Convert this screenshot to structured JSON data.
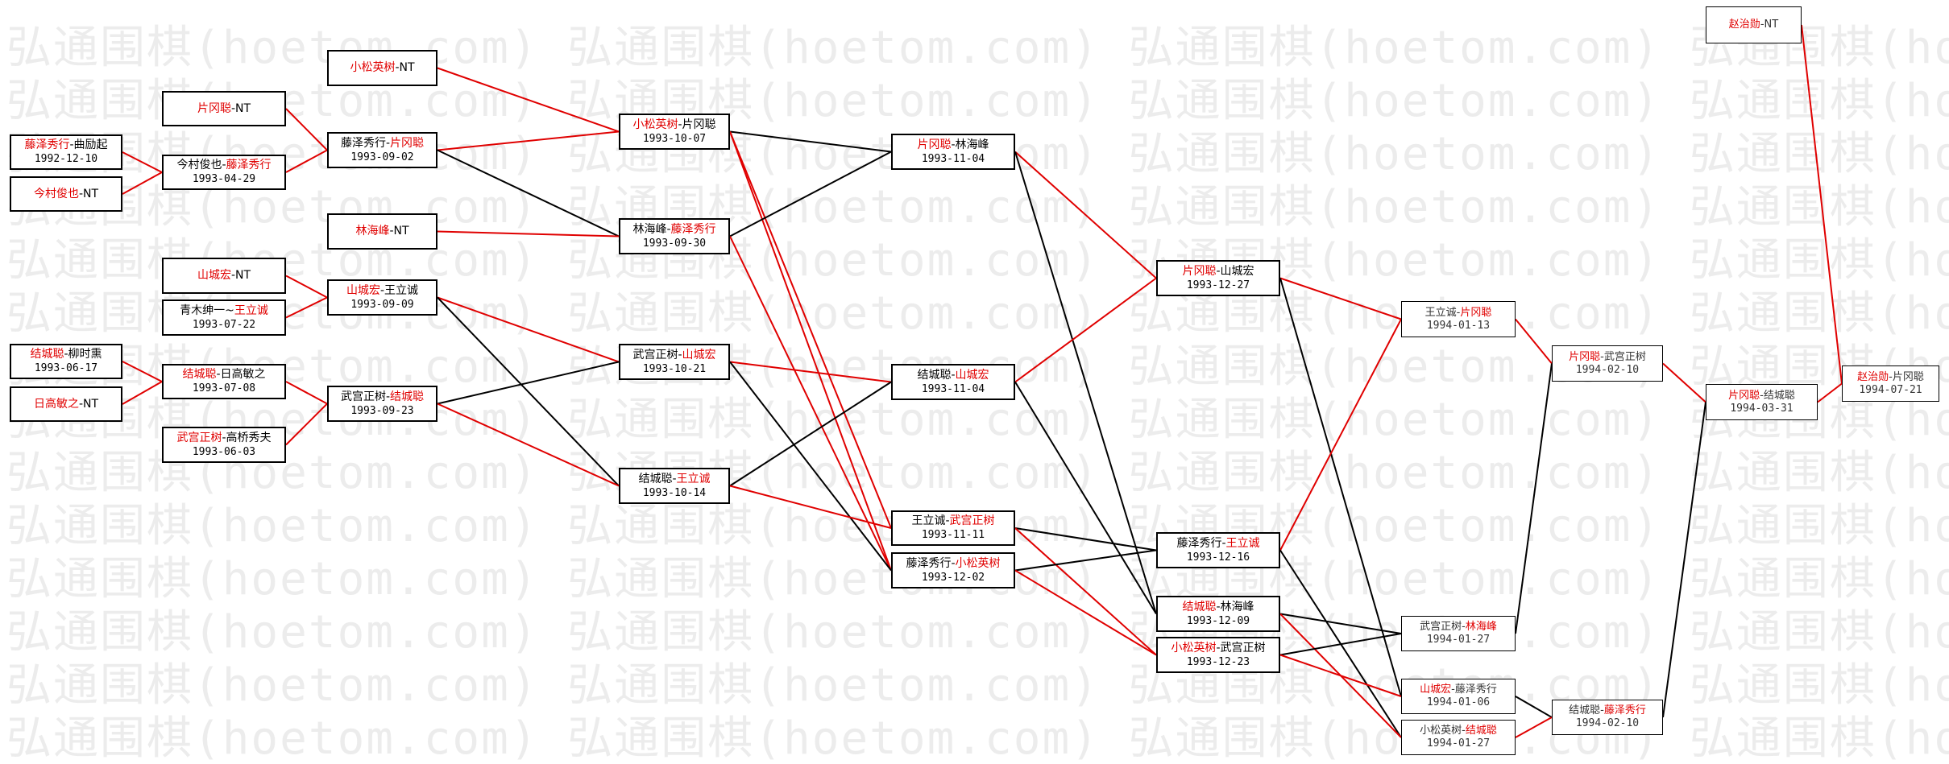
{
  "watermark": "弘通围棋(hoetom.com)",
  "colors": {
    "winner": "#e00000",
    "line_win": "#e00000",
    "line_loss": "#000000"
  },
  "nodes": [
    {
      "id": "n1",
      "p1": "藤泽秀行",
      "p2": "曲励起",
      "winner": 1,
      "date": "1992-12-10"
    },
    {
      "id": "n2",
      "p1": "今村俊也",
      "p2": "NT",
      "winner": 1,
      "date": ""
    },
    {
      "id": "n3",
      "p1": "片冈聪",
      "p2": "NT",
      "winner": 1,
      "date": ""
    },
    {
      "id": "n4",
      "p1": "今村俊也",
      "p2": "藤泽秀行",
      "winner": 2,
      "date": "1993-04-29"
    },
    {
      "id": "n5",
      "p1": "小松英树",
      "p2": "NT",
      "winner": 1,
      "date": ""
    },
    {
      "id": "n6",
      "p1": "藤泽秀行",
      "p2": "片冈聪",
      "winner": 2,
      "date": "1993-09-02"
    },
    {
      "id": "n7",
      "p1": "林海峰",
      "p2": "NT",
      "winner": 1,
      "date": ""
    },
    {
      "id": "n8",
      "p1": "山城宏",
      "p2": "NT",
      "winner": 1,
      "date": ""
    },
    {
      "id": "n9",
      "p1": "青木绅一",
      "p2": "王立诚",
      "winner": 2,
      "date": "1993-07-22",
      "sep": "~"
    },
    {
      "id": "n10",
      "p1": "山城宏",
      "p2": "王立诚",
      "winner": 1,
      "date": "1993-09-09"
    },
    {
      "id": "n11",
      "p1": "结城聪",
      "p2": "柳时熏",
      "winner": 1,
      "date": "1993-06-17"
    },
    {
      "id": "n12",
      "p1": "日高敏之",
      "p2": "NT",
      "winner": 1,
      "date": ""
    },
    {
      "id": "n13",
      "p1": "结城聪",
      "p2": "日高敏之",
      "winner": 1,
      "date": "1993-07-08"
    },
    {
      "id": "n14",
      "p1": "武宫正树",
      "p2": "高桥秀夫",
      "winner": 1,
      "date": "1993-06-03"
    },
    {
      "id": "n15",
      "p1": "武宫正树",
      "p2": "结城聪",
      "winner": 2,
      "date": "1993-09-23"
    },
    {
      "id": "n16",
      "p1": "小松英树",
      "p2": "片冈聪",
      "winner": 1,
      "date": "1993-10-07"
    },
    {
      "id": "n17",
      "p1": "林海峰",
      "p2": "藤泽秀行",
      "winner": 2,
      "date": "1993-09-30"
    },
    {
      "id": "n18",
      "p1": "武宫正树",
      "p2": "山城宏",
      "winner": 2,
      "date": "1993-10-21"
    },
    {
      "id": "n19",
      "p1": "结城聪",
      "p2": "王立诚",
      "winner": 2,
      "date": "1993-10-14"
    },
    {
      "id": "n20",
      "p1": "片冈聪",
      "p2": "林海峰",
      "winner": 1,
      "date": "1993-11-04"
    },
    {
      "id": "n21",
      "p1": "结城聪",
      "p2": "山城宏",
      "winner": 2,
      "date": "1993-11-04"
    },
    {
      "id": "n22",
      "p1": "王立诚",
      "p2": "武宫正树",
      "winner": 2,
      "date": "1993-11-11"
    },
    {
      "id": "n23",
      "p1": "藤泽秀行",
      "p2": "小松英树",
      "winner": 2,
      "date": "1993-12-02"
    },
    {
      "id": "n24",
      "p1": "片冈聪",
      "p2": "山城宏",
      "winner": 1,
      "date": "1993-12-27"
    },
    {
      "id": "n25",
      "p1": "藤泽秀行",
      "p2": "王立诚",
      "winner": 2,
      "date": "1993-12-16"
    },
    {
      "id": "n26",
      "p1": "结城聪",
      "p2": "林海峰",
      "winner": 1,
      "date": "1993-12-09"
    },
    {
      "id": "n27",
      "p1": "小松英树",
      "p2": "武宫正树",
      "winner": 1,
      "date": "1993-12-23"
    },
    {
      "id": "n28",
      "p1": "王立诚",
      "p2": "片冈聪",
      "winner": 2,
      "date": "1994-01-13"
    },
    {
      "id": "n29",
      "p1": "武宫正树",
      "p2": "林海峰",
      "winner": 2,
      "date": "1994-01-27"
    },
    {
      "id": "n30",
      "p1": "山城宏",
      "p2": "藤泽秀行",
      "winner": 1,
      "date": "1994-01-06"
    },
    {
      "id": "n31",
      "p1": "小松英树",
      "p2": "结城聪",
      "winner": 2,
      "date": "1994-01-27"
    },
    {
      "id": "n32",
      "p1": "片冈聪",
      "p2": "武宫正树",
      "winner": 1,
      "date": "1994-02-10"
    },
    {
      "id": "n33",
      "p1": "结城聪",
      "p2": "藤泽秀行",
      "winner": 2,
      "date": "1994-02-10"
    },
    {
      "id": "n34",
      "p1": "片冈聪",
      "p2": "结城聪",
      "winner": 1,
      "date": "1994-03-31"
    },
    {
      "id": "n35",
      "p1": "赵治勋",
      "p2": "NT",
      "winner": 1,
      "date": ""
    },
    {
      "id": "n36",
      "p1": "赵治勋",
      "p2": "片冈聪",
      "winner": 1,
      "date": "1994-07-21"
    }
  ],
  "links": [
    {
      "from": "n1",
      "to": "n4",
      "win": true
    },
    {
      "from": "n2",
      "to": "n4",
      "win": true
    },
    {
      "from": "n3",
      "to": "n6",
      "win": true
    },
    {
      "from": "n4",
      "to": "n6",
      "win": true
    },
    {
      "from": "n5",
      "to": "n16",
      "win": true
    },
    {
      "from": "n6",
      "to": "n16",
      "win": true
    },
    {
      "from": "n6",
      "to": "n17",
      "win": false
    },
    {
      "from": "n7",
      "to": "n17",
      "win": true
    },
    {
      "from": "n8",
      "to": "n10",
      "win": true
    },
    {
      "from": "n9",
      "to": "n10",
      "win": true
    },
    {
      "from": "n10",
      "to": "n18",
      "win": true
    },
    {
      "from": "n10",
      "to": "n19",
      "win": false
    },
    {
      "from": "n11",
      "to": "n13",
      "win": true
    },
    {
      "from": "n12",
      "to": "n13",
      "win": true
    },
    {
      "from": "n13",
      "to": "n15",
      "win": true
    },
    {
      "from": "n14",
      "to": "n15",
      "win": true
    },
    {
      "from": "n15",
      "to": "n18",
      "win": false
    },
    {
      "from": "n15",
      "to": "n19",
      "win": true
    },
    {
      "from": "n16",
      "to": "n20",
      "win": false
    },
    {
      "from": "n16",
      "to": "n22",
      "win": true
    },
    {
      "from": "n16",
      "to": "n23",
      "win": true
    },
    {
      "from": "n17",
      "to": "n20",
      "win": false
    },
    {
      "from": "n17",
      "to": "n23",
      "win": true
    },
    {
      "from": "n18",
      "to": "n21",
      "win": true
    },
    {
      "from": "n18",
      "to": "n23",
      "win": false
    },
    {
      "from": "n19",
      "to": "n21",
      "win": false
    },
    {
      "from": "n19",
      "to": "n22",
      "win": true
    },
    {
      "from": "n20",
      "to": "n24",
      "win": true
    },
    {
      "from": "n20",
      "to": "n26",
      "win": false
    },
    {
      "from": "n21",
      "to": "n24",
      "win": true
    },
    {
      "from": "n21",
      "to": "n26",
      "win": false
    },
    {
      "from": "n22",
      "to": "n25",
      "win": false
    },
    {
      "from": "n22",
      "to": "n27",
      "win": true
    },
    {
      "from": "n23",
      "to": "n25",
      "win": false
    },
    {
      "from": "n23",
      "to": "n27",
      "win": true
    },
    {
      "from": "n24",
      "to": "n28",
      "win": true
    },
    {
      "from": "n24",
      "to": "n30",
      "win": false
    },
    {
      "from": "n25",
      "to": "n28",
      "win": true
    },
    {
      "from": "n25",
      "to": "n31",
      "win": false
    },
    {
      "from": "n26",
      "to": "n29",
      "win": false
    },
    {
      "from": "n26",
      "to": "n31",
      "win": true
    },
    {
      "from": "n27",
      "to": "n29",
      "win": false
    },
    {
      "from": "n27",
      "to": "n30",
      "win": true
    },
    {
      "from": "n28",
      "to": "n32",
      "win": true
    },
    {
      "from": "n29",
      "to": "n32",
      "win": false
    },
    {
      "from": "n30",
      "to": "n33",
      "win": false
    },
    {
      "from": "n31",
      "to": "n33",
      "win": true
    },
    {
      "from": "n32",
      "to": "n34",
      "win": true
    },
    {
      "from": "n33",
      "to": "n34",
      "win": false
    },
    {
      "from": "n34",
      "to": "n36",
      "win": true
    },
    {
      "from": "n35",
      "to": "n36",
      "win": true
    }
  ]
}
